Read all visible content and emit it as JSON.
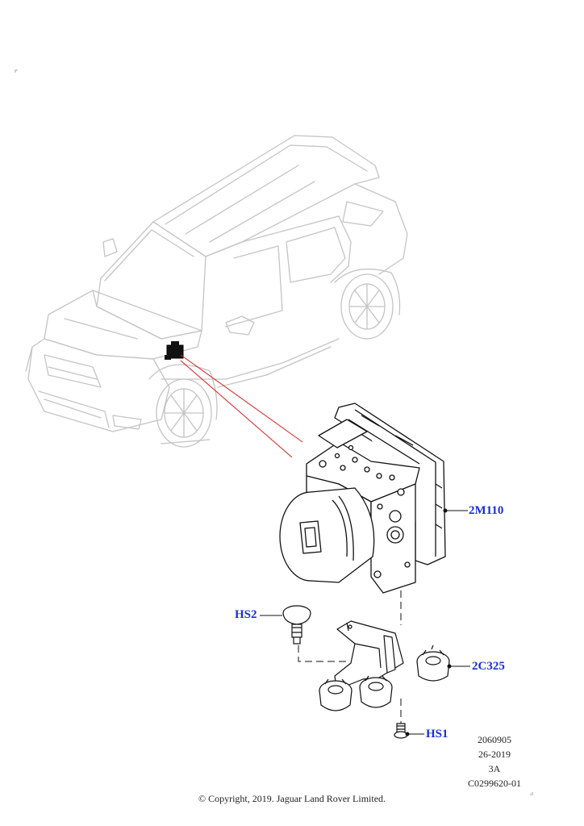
{
  "callouts": {
    "hs2": "HS2",
    "abs_module": "2M110",
    "bracket": "2C325",
    "hs1": "HS1"
  },
  "reference": {
    "line1": "2060905",
    "line2": "26-2019",
    "line3": "3A",
    "line4": "C0299620-01"
  },
  "copyright": "© Copyright, 2019. Jaguar Land Rover Limited.",
  "colors": {
    "callout": "#1a2fd6",
    "leader_red": "#d92020",
    "car_outline": "#c4c4c4",
    "part_line": "#111111"
  }
}
